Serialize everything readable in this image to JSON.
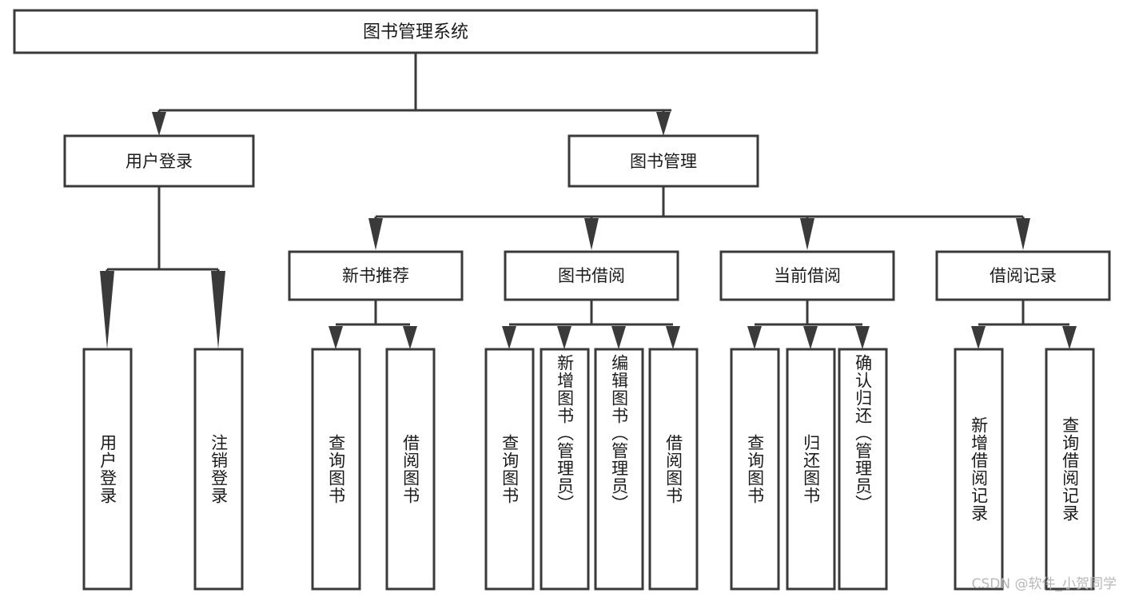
{
  "diagram": {
    "kind": "tree-hierarchy-chart",
    "title": "图书管理系统",
    "watermark": "CSDN @软件_小贺同学",
    "colors": {
      "stroke": "#3a3a3a",
      "fill": "#ffffff",
      "text": "#1b1b1b",
      "watermark": "#b8b8b8",
      "background": "#ffffff"
    },
    "levels": {
      "root": {
        "label": "图书管理系统"
      },
      "level2": [
        {
          "id": "user-login",
          "label": "用户登录"
        },
        {
          "id": "book-management",
          "label": "图书管理"
        }
      ],
      "level3": [
        {
          "id": "new-book-recommend",
          "label": "新书推荐",
          "parent": "book-management"
        },
        {
          "id": "book-borrow",
          "label": "图书借阅",
          "parent": "book-management"
        },
        {
          "id": "current-borrow",
          "label": "当前借阅",
          "parent": "book-management"
        },
        {
          "id": "borrow-record",
          "label": "借阅记录",
          "parent": "book-management"
        }
      ],
      "leaves": [
        {
          "id": "leaf-user-login",
          "label": "用户登录",
          "parent": "user-login"
        },
        {
          "id": "leaf-logout",
          "label": "注销登录",
          "parent": "user-login"
        },
        {
          "id": "leaf-query-books-1",
          "label": "查询图书",
          "parent": "new-book-recommend"
        },
        {
          "id": "leaf-borrow-books-1",
          "label": "借阅图书",
          "parent": "new-book-recommend"
        },
        {
          "id": "leaf-query-books-2",
          "label": "查询图书",
          "parent": "book-borrow"
        },
        {
          "id": "leaf-add-book",
          "label": "新增图书（管理员）",
          "parent": "book-borrow"
        },
        {
          "id": "leaf-edit-book",
          "label": "编辑图书（管理员）",
          "parent": "book-borrow"
        },
        {
          "id": "leaf-borrow-books-2",
          "label": "借阅图书",
          "parent": "book-borrow"
        },
        {
          "id": "leaf-query-books-3",
          "label": "查询图书",
          "parent": "current-borrow"
        },
        {
          "id": "leaf-return-books",
          "label": "归还图书",
          "parent": "current-borrow"
        },
        {
          "id": "leaf-confirm-return",
          "label": "确认归还（管理员）",
          "parent": "current-borrow"
        },
        {
          "id": "leaf-add-record",
          "label": "新增借阅记录",
          "parent": "borrow-record"
        },
        {
          "id": "leaf-query-record",
          "label": "查询借阅记录",
          "parent": "borrow-record"
        }
      ]
    }
  }
}
